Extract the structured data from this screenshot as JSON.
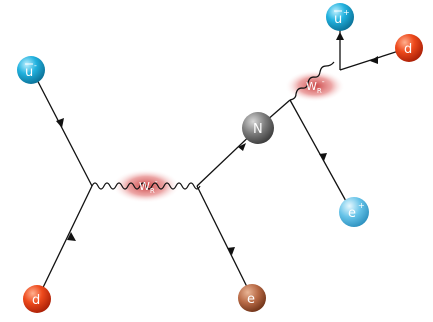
{
  "particles": {
    "u_bar_in": {
      "symbol": "u",
      "bar": true,
      "charge": "-",
      "color": "#1aa9d6"
    },
    "d_in": {
      "symbol": "d",
      "color": "#e8401c"
    },
    "e_out": {
      "symbol": "e",
      "color": "#b4613c"
    },
    "N": {
      "symbol": "N",
      "color": "#7a7a7a"
    },
    "e_plus_out": {
      "symbol": "e",
      "charge": "+",
      "color": "#55b8e0"
    },
    "u_bar_out": {
      "symbol": "u",
      "bar": true,
      "charge": "+",
      "color": "#1aa9d6"
    },
    "d_out": {
      "symbol": "d",
      "color": "#e8401c"
    }
  },
  "bosons": {
    "w_left": {
      "symbol": "W",
      "subscript": "R",
      "superscript": "-"
    },
    "w_right": {
      "symbol": "W",
      "subscript": "R",
      "superscript": "-"
    }
  },
  "colors": {
    "line": "#111111",
    "boson_glow": "#d94a4a"
  }
}
